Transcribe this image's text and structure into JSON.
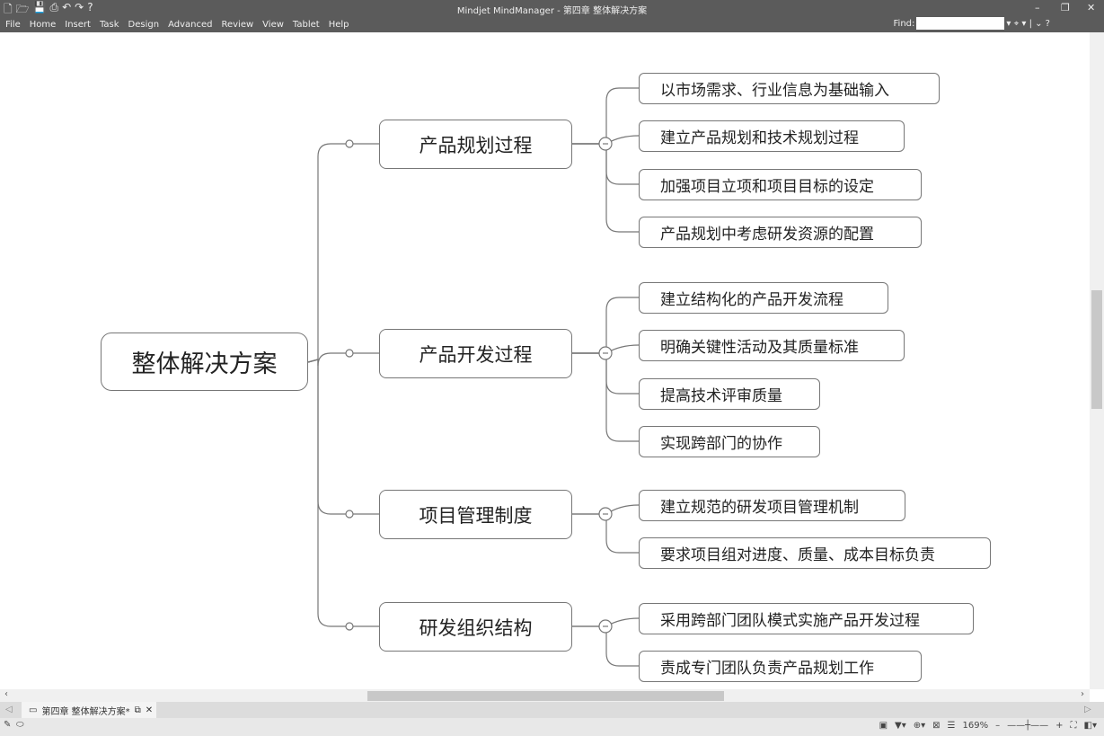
{
  "window": {
    "title": "Mindjet MindManager - 第四章 整体解决方案"
  },
  "menu": [
    "File",
    "Home",
    "Insert",
    "Task",
    "Design",
    "Advanced",
    "Review",
    "View",
    "Tablet",
    "Help"
  ],
  "find": {
    "label": "Find:",
    "value": ""
  },
  "map": {
    "central": "整体解决方案",
    "topics": [
      {
        "label": "产品规划过程",
        "subtopics": [
          "以市场需求、行业信息为基础输入",
          "建立产品规划和技术规划过程",
          "加强项目立项和项目目标的设定",
          "产品规划中考虑研发资源的配置"
        ]
      },
      {
        "label": "产品开发过程",
        "subtopics": [
          "建立结构化的产品开发流程",
          "明确关键性活动及其质量标准",
          "提高技术评审质量",
          "实现跨部门的协作"
        ]
      },
      {
        "label": "项目管理制度",
        "subtopics": [
          "建立规范的研发项目管理机制",
          "要求项目组对进度、质量、成本目标负责"
        ]
      },
      {
        "label": "研发组织结构",
        "subtopics": [
          "采用跨部门团队模式实施产品开发过程",
          "责成专门团队负责产品规划工作"
        ]
      }
    ]
  },
  "tab": {
    "label": "第四章 整体解决方案*"
  },
  "status": {
    "zoom": "169%"
  }
}
